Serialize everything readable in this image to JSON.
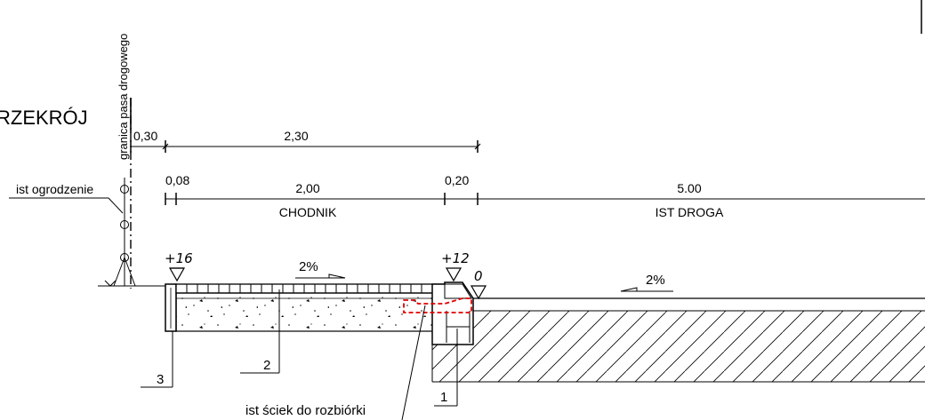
{
  "title": "RZEKRÓJ",
  "boundary_label": "granica pasa drogowego",
  "fence_label": "ist ogrodzenie",
  "dimensions_top": {
    "d1": "0,30",
    "d2": "2,30"
  },
  "dimensions_lower": {
    "d1": "0,08",
    "d2": "2,00",
    "d2_sub": "CHODNIK",
    "d3": "0,20",
    "d4": "5.00",
    "d4_sub": "IST DROGA"
  },
  "elevations": {
    "left": "+16",
    "mid": "+12",
    "right": "0"
  },
  "slopes": {
    "sidewalk": "2%",
    "road": "2%"
  },
  "callouts": {
    "c1": "1",
    "c2": "2",
    "c3": "3"
  },
  "demolition_label": "ist ściek do rozbiórki",
  "colors": {
    "line": "#000000",
    "demolition": "#e00000"
  }
}
